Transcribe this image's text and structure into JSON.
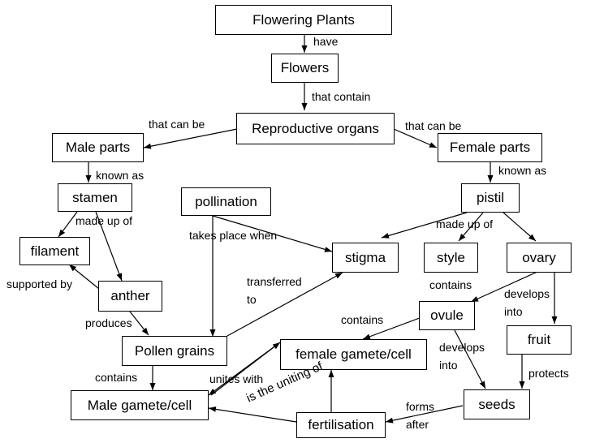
{
  "nodes": {
    "flowering_plants": "Flowering Plants",
    "flowers": "Flowers",
    "reproductive_organs": "Reproductive organs",
    "male_parts": "Male parts",
    "female_parts": "Female parts",
    "stamen": "stamen",
    "pistil": "pistil",
    "pollination": "pollination",
    "filament": "filament",
    "anther": "anther",
    "stigma": "stigma",
    "style": "style",
    "ovary": "ovary",
    "ovule": "ovule",
    "fruit": "fruit",
    "pollen_grains": "Pollen grains",
    "female_gamete_cell": "female gamete/cell",
    "male_gamete_cell": "Male gamete/cell",
    "seeds": "seeds",
    "fertilisation": "fertilisation"
  },
  "labels": {
    "have": "have",
    "that_contain": "that contain",
    "that_can_be_left": "that can be",
    "that_can_be_right": "that can be",
    "known_as_left": "known as",
    "known_as_right": "known as",
    "made_up_of_left": "made up of",
    "made_up_of_right": "made up of",
    "takes_place_when": "takes place when",
    "supported_by": "supported by",
    "produces": "produces",
    "transferred": "transferred",
    "to": "to",
    "contains_ovary": "contains",
    "develops_into_ovary_1": "develops",
    "develops_into_ovary_2": "into",
    "contains_ovule": "contains",
    "develops_into_ovule_1": "develops",
    "develops_into_ovule_2": "into",
    "contains_pollen": "contains",
    "unites_with": "unites with",
    "protects": "protects",
    "is_the_uniting_of": "is the uniting of",
    "forms_after_1": "forms",
    "forms_after_2": "after"
  }
}
